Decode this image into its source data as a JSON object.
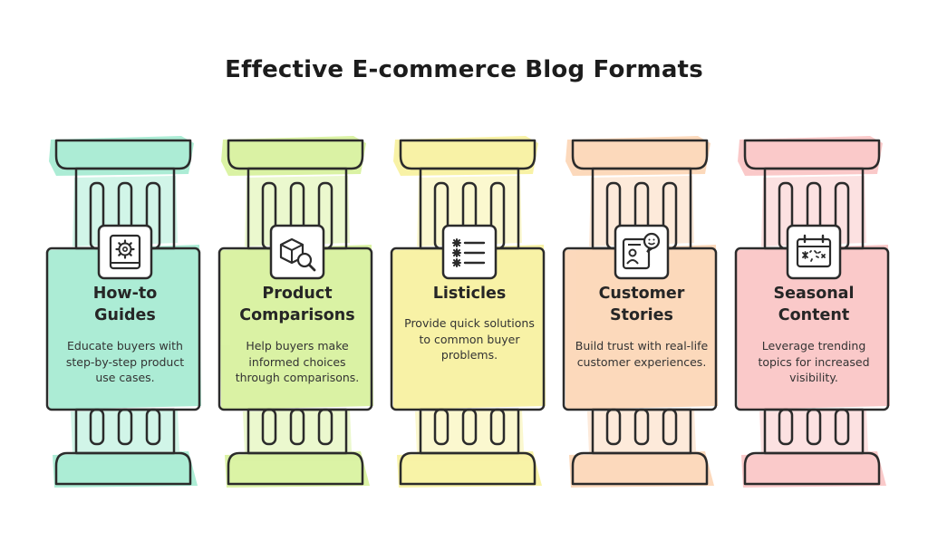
{
  "title": "Effective E-commerce Blog Formats",
  "formats": [
    {
      "heading_line1": "How-to",
      "heading_line2": "Guides",
      "description": "Educate buyers with step-by-step product use cases.",
      "icon": "gear-book-icon",
      "color": "#a8ecd3"
    },
    {
      "heading_line1": "Product",
      "heading_line2": "Comparisons",
      "description": "Help buyers make informed choices through comparisons.",
      "icon": "box-magnifier-icon",
      "color": "#d9f2a0"
    },
    {
      "heading_line1": "Listicles",
      "heading_line2": "",
      "description": "Provide quick solutions to common buyer problems.",
      "icon": "checklist-icon",
      "color": "#f8f2a2"
    },
    {
      "heading_line1": "Customer",
      "heading_line2": "Stories",
      "description": "Build trust with real-life customer experiences.",
      "icon": "customer-testimonial-icon",
      "color": "#fcd7b8"
    },
    {
      "heading_line1": "Seasonal",
      "heading_line2": "Content",
      "description": "Leverage trending topics for increased visibility.",
      "icon": "calendar-icon",
      "color": "#fac7c7"
    }
  ]
}
